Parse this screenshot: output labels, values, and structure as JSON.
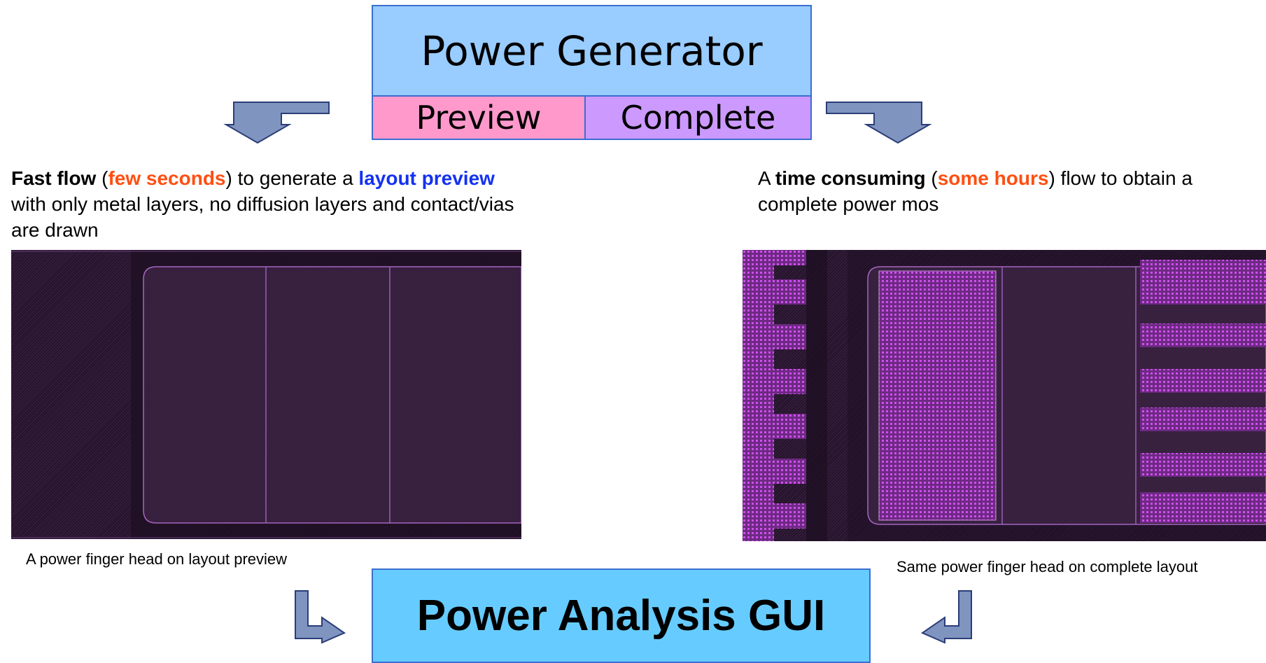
{
  "generator": {
    "title": "Power Generator",
    "preview_label": "Preview",
    "complete_label": "Complete"
  },
  "left_description": {
    "bold_1": "Fast flow",
    "paren_open": " (",
    "orange_1": "few seconds",
    "text_1": ") to generate a ",
    "blue_1": "layout preview",
    "text_2": " with only metal layers, no diffusion layers and contact/vias are drawn"
  },
  "right_description": {
    "text_0": "A ",
    "bold_1": "time consuming",
    "paren_open": " (",
    "orange_1": "some hours",
    "text_1": ") flow to obtain a complete power mos"
  },
  "left_caption": "A power finger head on layout preview",
  "right_caption": "Same power finger head on complete layout",
  "analysis": {
    "title": "Power Analysis GUI"
  },
  "colors": {
    "generator_fill": "#99ccff",
    "preview_fill": "#ff99cc",
    "complete_fill": "#cc99ff",
    "analysis_fill": "#66ccff",
    "arrow_fill": "#8094c0",
    "highlight_orange": "#ff4f12",
    "highlight_blue": "#1432f0",
    "layout_dark": "#2e1a33",
    "via_magenta": "#c03cd8"
  }
}
